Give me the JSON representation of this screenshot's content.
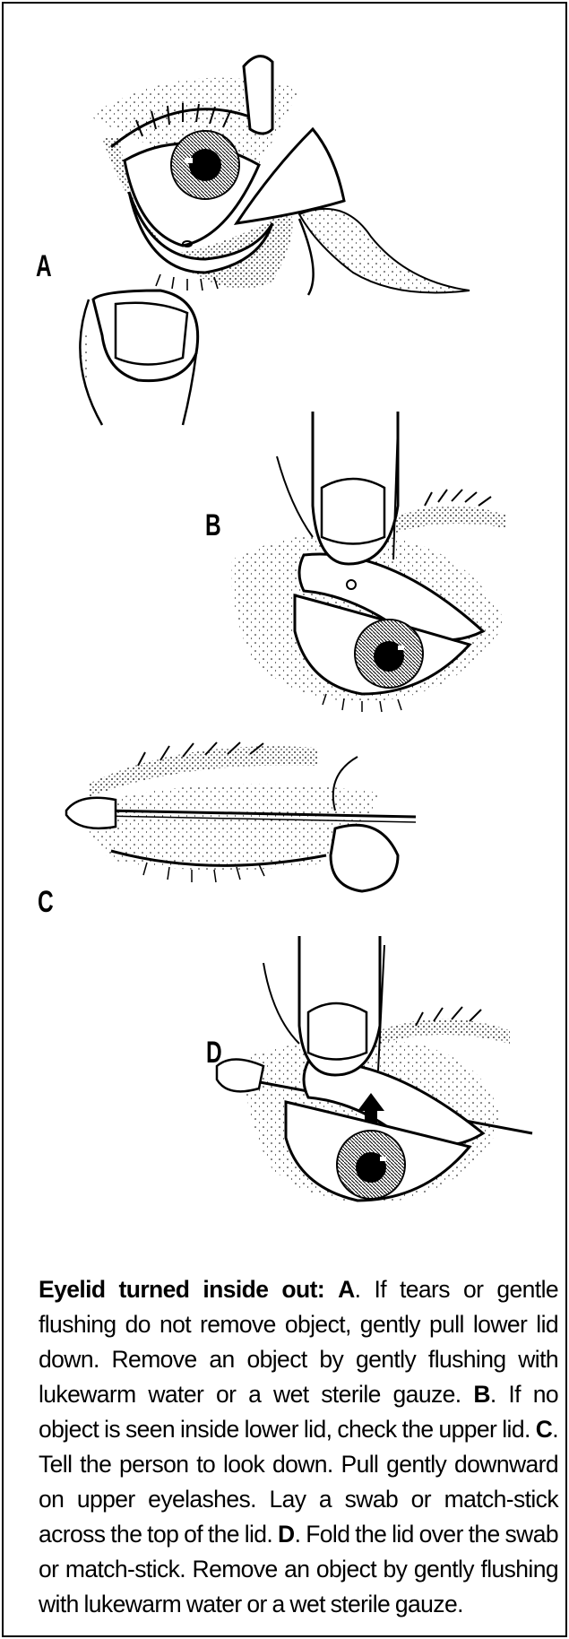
{
  "panels": {
    "a": "A",
    "b": "B",
    "c": "C",
    "d": "D"
  },
  "caption": {
    "heading": "Eyelid turned inside out:",
    "step_a_letter": "A",
    "step_a_text": ". If tears or gentle flushing do not remove object, gently pull lower lid down. Remove an object by gently flushing with lukewarm water or a wet sterile gauze.",
    "step_b_letter": "B",
    "step_b_text": ". If no object is seen inside lower lid, check the upper lid.",
    "step_c_letter": "C",
    "step_c_text": ". Tell the person to look down. Pull gently downward on upper eyelashes. Lay a swab or match-stick across the top of the lid.",
    "step_d_letter": "D",
    "step_d_text": ". Fold the lid over the swab or match-stick. Remove an object by gently flushing with lukewarm water or a wet sterile gauze."
  }
}
